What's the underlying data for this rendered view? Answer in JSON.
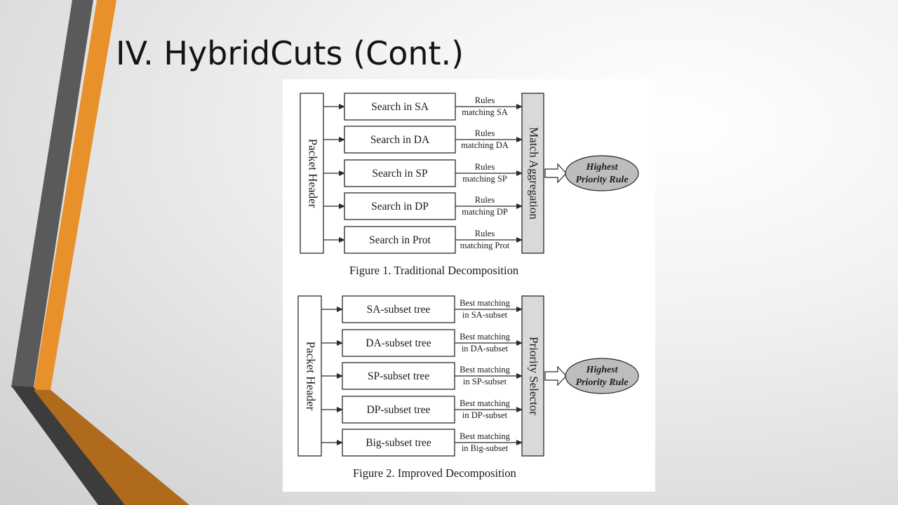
{
  "slide": {
    "title": "IV. HybridCuts (Cont.)"
  },
  "colors": {
    "accent_orange": "#e8912a",
    "accent_dark_grey": "#555555",
    "accent_brown": "#b06a1c"
  },
  "figure1": {
    "caption": "Figure 1. Traditional Decomposition",
    "input_label": "Packet Header",
    "aggregator_label": "Match Aggregation",
    "output_label_line1": "Highest",
    "output_label_line2": "Priority Rule",
    "stages": [
      {
        "label": "Search in SA",
        "out_line1": "Rules",
        "out_line2": "matching SA"
      },
      {
        "label": "Search in DA",
        "out_line1": "Rules",
        "out_line2": "matching DA"
      },
      {
        "label": "Search in SP",
        "out_line1": "Rules",
        "out_line2": "matching SP"
      },
      {
        "label": "Search in DP",
        "out_line1": "Rules",
        "out_line2": "matching DP"
      },
      {
        "label": "Search in Prot",
        "out_line1": "Rules",
        "out_line2": "matching Prot"
      }
    ]
  },
  "figure2": {
    "caption": "Figure 2. Improved Decomposition",
    "input_label": "Packet Header",
    "aggregator_label": "Priority Selector",
    "output_label_line1": "Highest",
    "output_label_line2": "Priority Rule",
    "stages": [
      {
        "label": "SA-subset tree",
        "out_line1": "Best matching",
        "out_line2": "in SA-subset"
      },
      {
        "label": "DA-subset tree",
        "out_line1": "Best matching",
        "out_line2": "in DA-subset"
      },
      {
        "label": "SP-subset tree",
        "out_line1": "Best matching",
        "out_line2": "in SP-subset"
      },
      {
        "label": "DP-subset tree",
        "out_line1": "Best matching",
        "out_line2": "in DP-subset"
      },
      {
        "label": "Big-subset tree",
        "out_line1": "Best matching",
        "out_line2": "in Big-subset"
      }
    ]
  }
}
